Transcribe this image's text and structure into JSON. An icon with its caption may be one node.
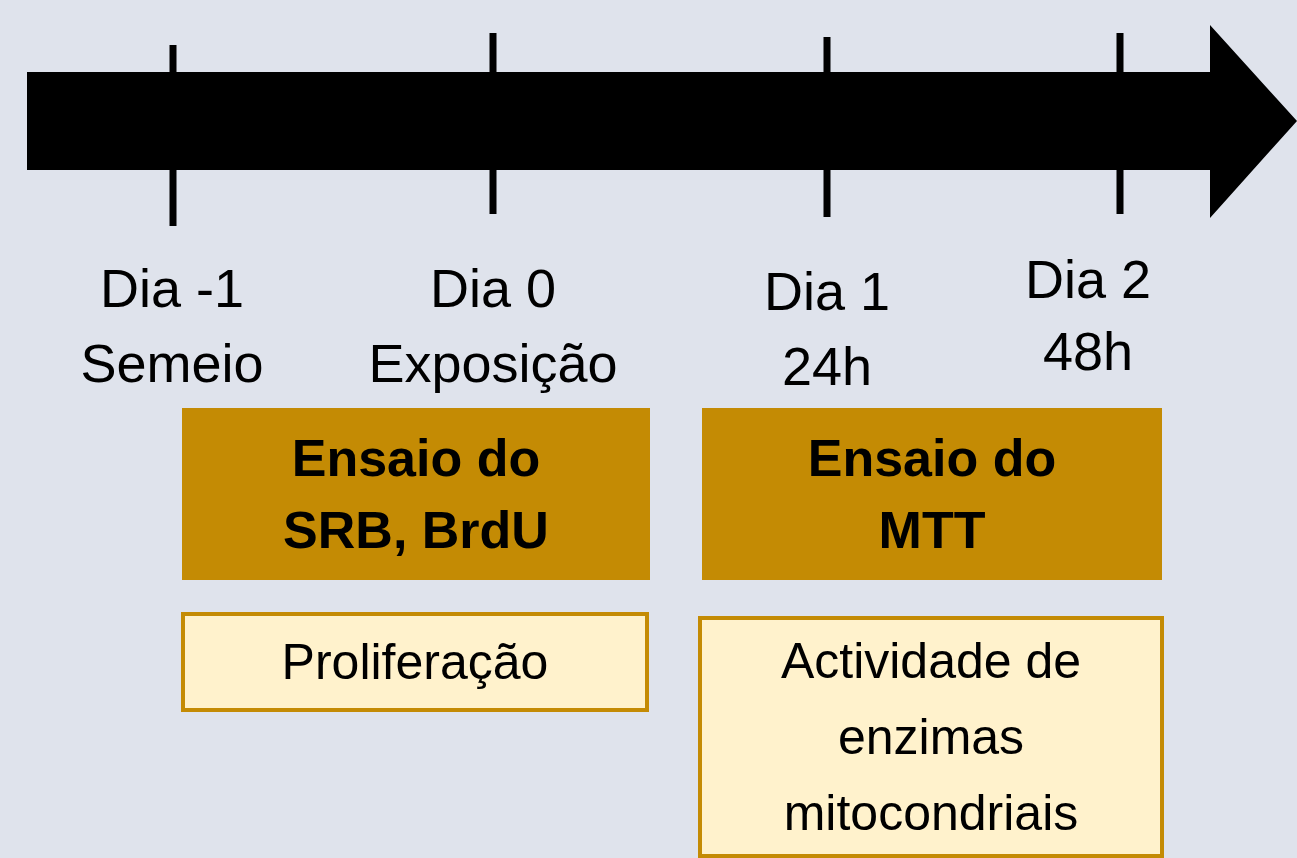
{
  "diagram": {
    "nodes": [
      {
        "text": [
          "Ensaio do SRB, BrdU"
        ]
      },
      {
        "text": [
          "Ensaio do MTT"
        ]
      },
      {
        "text": [
          "Proliferação"
        ]
      },
      {
        "text": [
          "Actividade de enzimas mitocondriais"
        ]
      }
    ],
    "labels": [
      "Dia -1",
      "Semeio",
      "Dia 0",
      "Exposição",
      "Dia 1",
      "24h",
      "Dia 2",
      "48h"
    ]
  }
}
